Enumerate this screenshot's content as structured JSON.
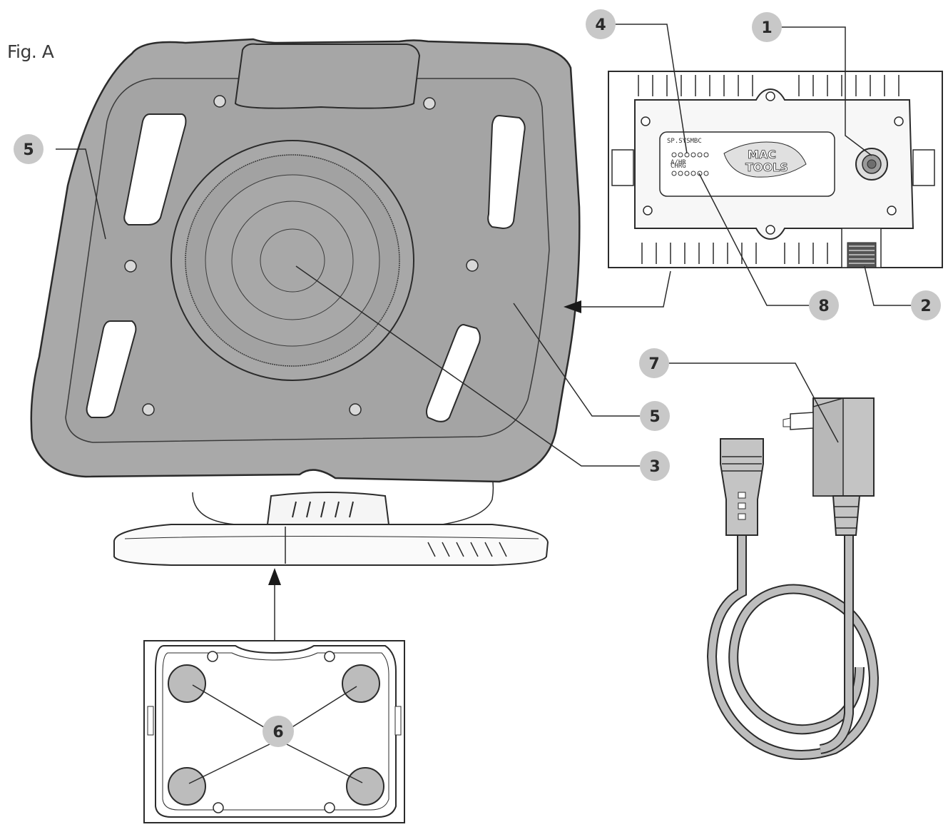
{
  "figure": {
    "label": "Fig. A"
  },
  "callouts": [
    {
      "id": "c1",
      "label": "1"
    },
    {
      "id": "c2",
      "label": "2"
    },
    {
      "id": "c3",
      "label": "3"
    },
    {
      "id": "c4",
      "label": "4"
    },
    {
      "id": "c5a",
      "label": "5"
    },
    {
      "id": "c5b",
      "label": "5"
    },
    {
      "id": "c6",
      "label": "6"
    },
    {
      "id": "c7",
      "label": "7"
    },
    {
      "id": "c8",
      "label": "8"
    }
  ],
  "detail_panel": {
    "model_text": "SP.SYSMBC",
    "brand_line1": "MAC",
    "brand_line2": "TOOLS",
    "indicator_row1_label": "A/HR",
    "indicator_row2_label": "CHRG"
  },
  "colors": {
    "callout_circle": "#c8c8c8",
    "housing_fill": "#a9a9a9",
    "line": "#2b2b2b"
  }
}
